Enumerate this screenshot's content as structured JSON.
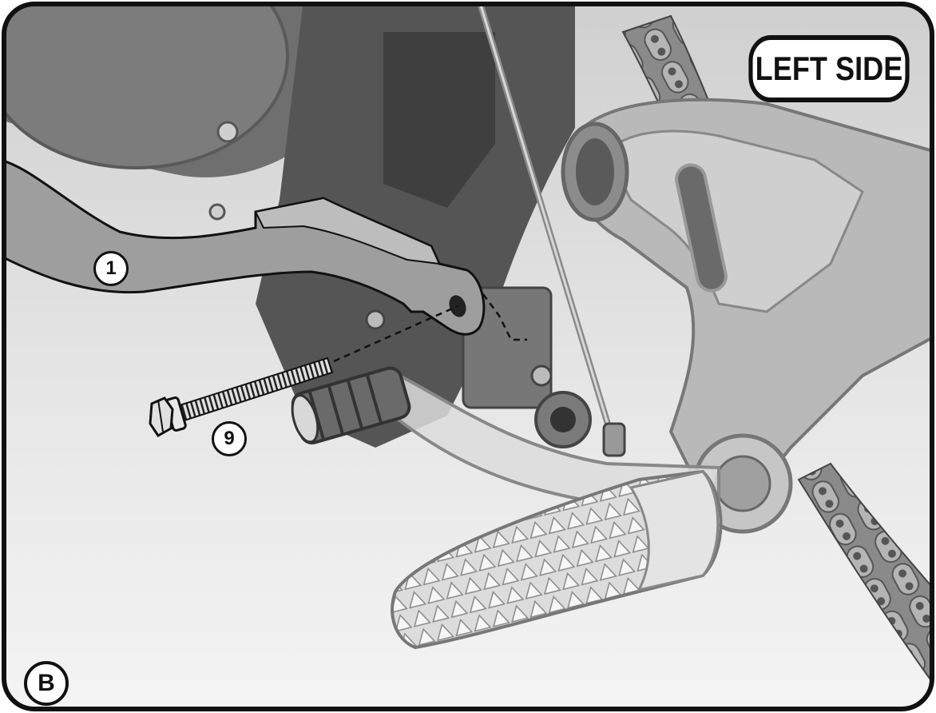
{
  "side_label": "LEFT SIDE",
  "callouts": {
    "part_1": "1",
    "part_9": "9",
    "step": "B"
  },
  "colors": {
    "frame": "#111111",
    "background": "#e9e9e9",
    "parts_dark": "#5a5a5a",
    "parts_mid": "#9a9a9a",
    "parts_light": "#c8c8c8"
  }
}
